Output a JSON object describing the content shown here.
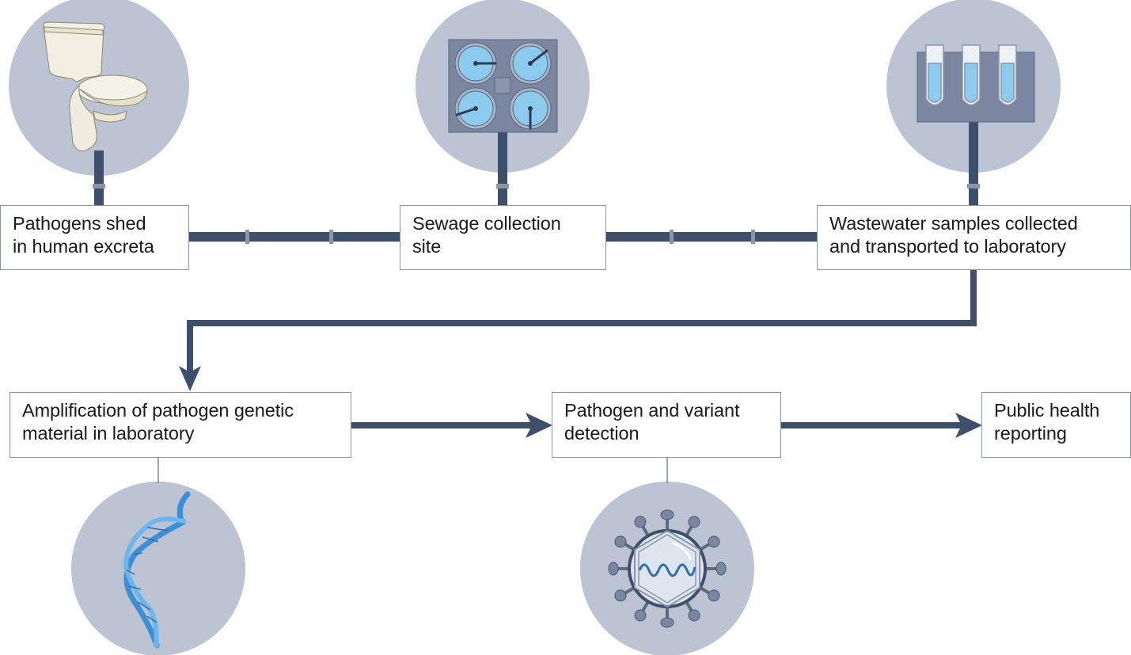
{
  "title": "Wastewater surveillance workflow",
  "colors": {
    "pipe": "#3d4f6b",
    "pipe_joint": "#8a96a8",
    "circle_bg": "#bcc3d3",
    "box_border": "#8a96a8",
    "text": "#1a1a1a",
    "water": "#8ccbed",
    "dna": "#3a8fd6"
  },
  "steps": [
    {
      "id": "shed",
      "lines": [
        "Pathogens shed",
        "in human excreta"
      ],
      "icon": "toilet-icon"
    },
    {
      "id": "sewage",
      "lines": [
        "Sewage collection",
        "site"
      ],
      "icon": "sewage-treatment-tanks-icon"
    },
    {
      "id": "samples",
      "lines": [
        "Wastewater samples collected",
        "and transported to laboratory"
      ],
      "icon": "test-tubes-rack-icon"
    },
    {
      "id": "amplification",
      "lines": [
        "Amplification of pathogen genetic",
        "material in laboratory"
      ],
      "icon": "dna-helix-icon"
    },
    {
      "id": "detection",
      "lines": [
        "Pathogen and variant",
        "detection"
      ],
      "icon": "virus-icon"
    },
    {
      "id": "reporting",
      "lines": [
        "Public health",
        "reporting"
      ],
      "icon": null
    }
  ]
}
